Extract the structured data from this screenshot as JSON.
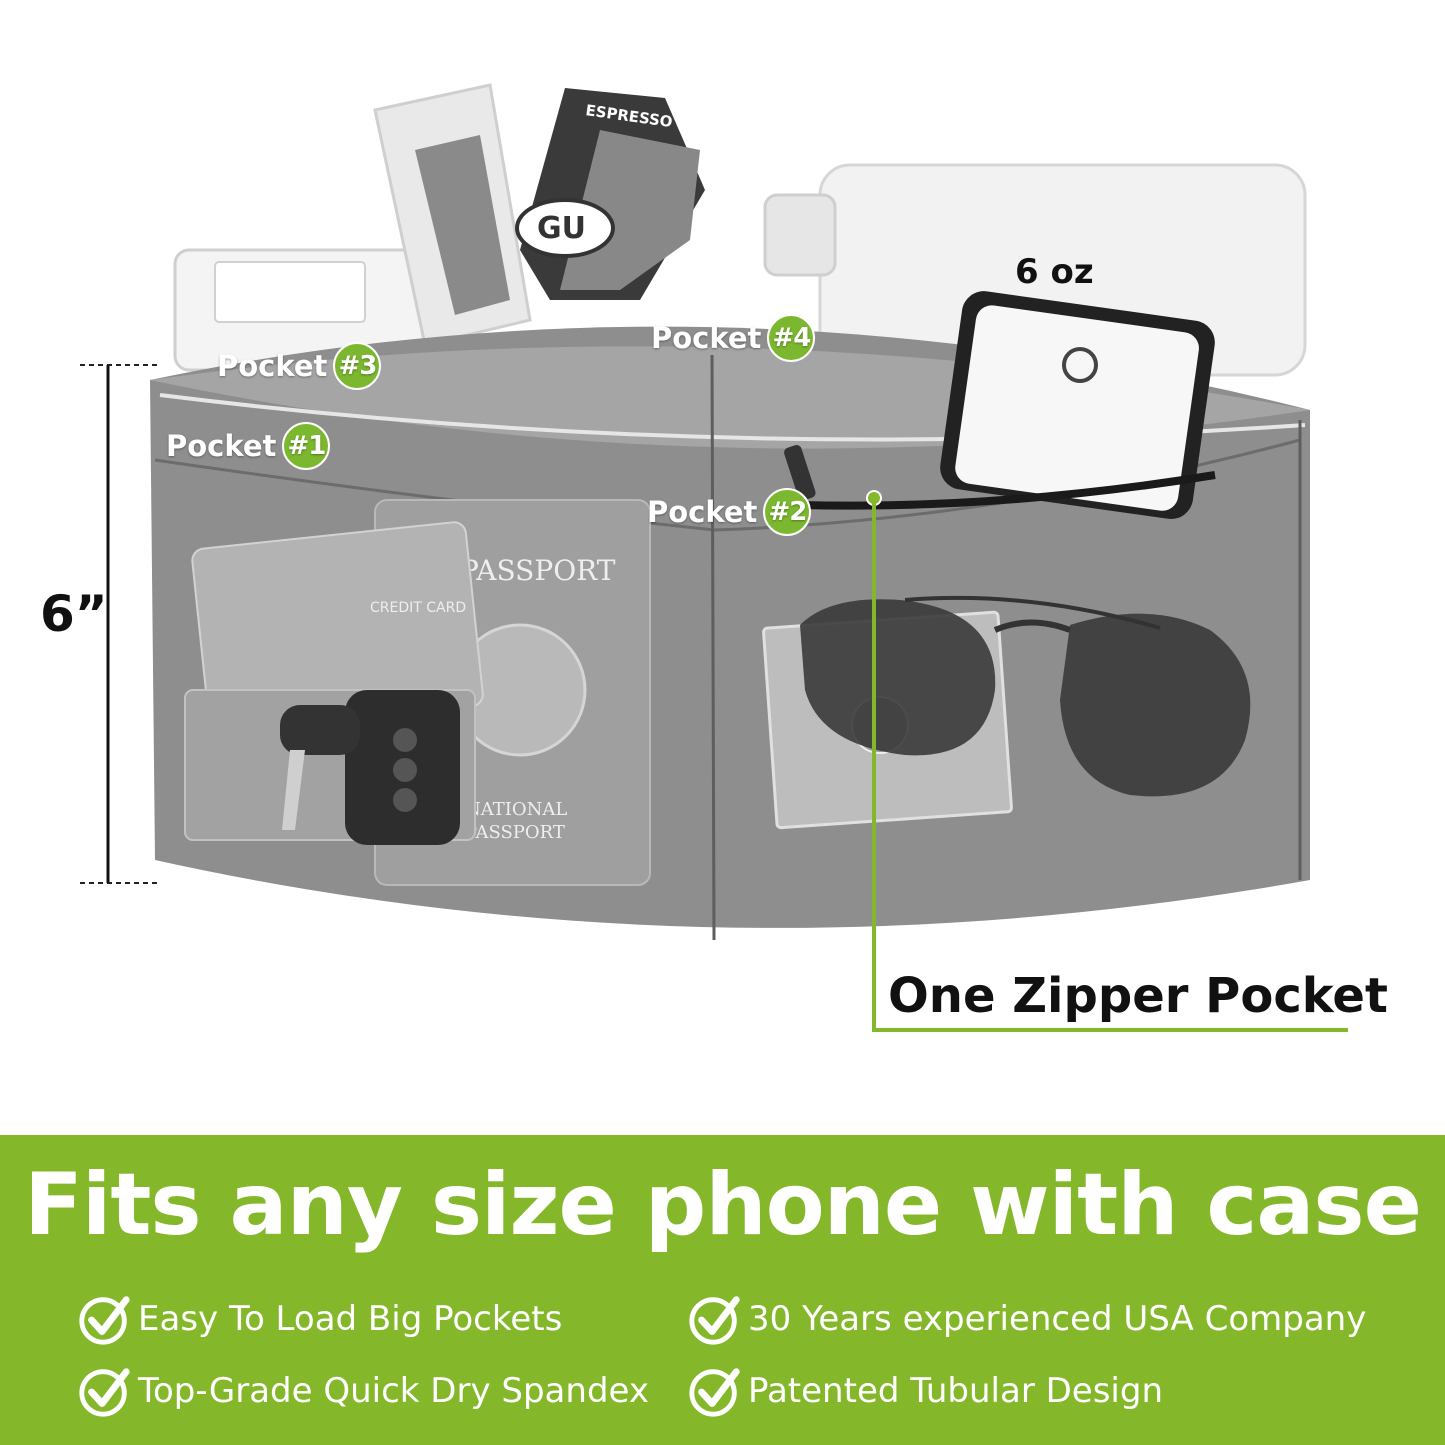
{
  "pockets": [
    {
      "word": "Pocket",
      "num": "#1"
    },
    {
      "word": "Pocket",
      "num": "#2"
    },
    {
      "word": "Pocket",
      "num": "#3"
    },
    {
      "word": "Pocket",
      "num": "#4"
    }
  ],
  "dimensions": {
    "height_label": "6”",
    "bottle_label": "6 oz"
  },
  "items": {
    "passport_title": "PASSPORT",
    "passport_footer_1": "NATIONAL",
    "passport_footer_2": "PASSPORT",
    "credit_card": "CREDIT CARD",
    "gel_brand": "GU",
    "gel_flavor": "ESPRESSO"
  },
  "zipper_callout": "One Zipper Pocket",
  "banner": {
    "headline": "Fits any size phone with case",
    "features": [
      "Easy To Load Big Pockets",
      "30 Years experienced USA Company",
      "Top-Grade Quick Dry Spandex",
      "Patented Tubular Design"
    ]
  },
  "colors": {
    "accent_green": "#84b82a",
    "belt_gray": "#8e8e8e",
    "text_dark": "#111111"
  },
  "icons": [
    "check-circle-icon"
  ]
}
